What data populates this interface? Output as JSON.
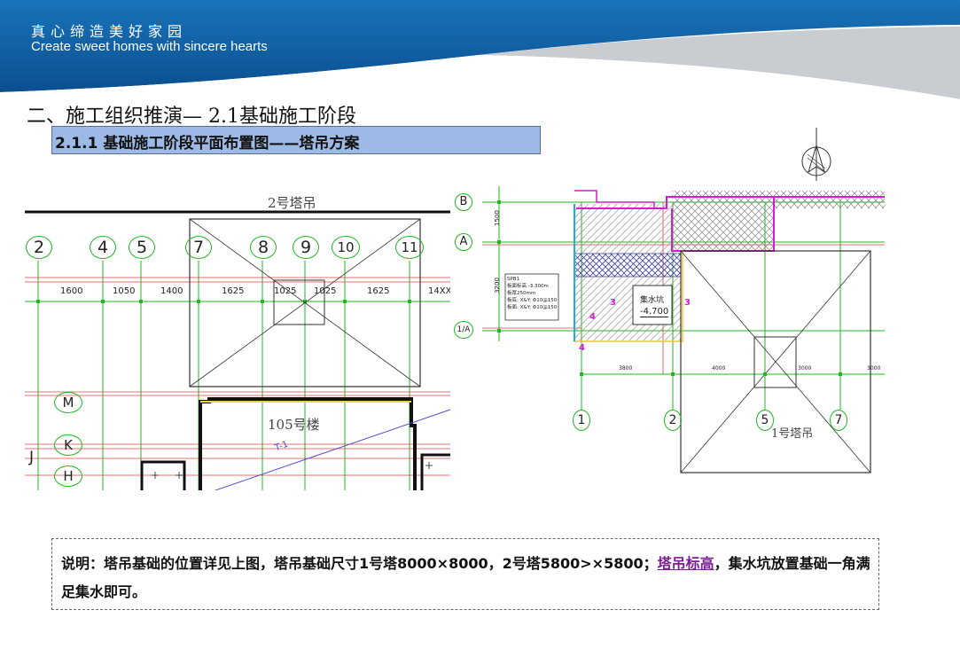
{
  "header": {
    "brand_cn": "真心缔造美好家园",
    "brand_en": "Create sweet homes with sincere hearts"
  },
  "section_title": "二、施工组织推演— 2.1基础施工阶段",
  "subtitle": "2.1.1 基础施工阶段平面布置图——塔吊方案",
  "left_plan": {
    "crane_label": "2号塔吊",
    "axis_labels": [
      "2",
      "4",
      "5",
      "7",
      "8",
      "9",
      "10",
      "11"
    ],
    "dimensions": [
      "1600",
      "1050",
      "1400",
      "1625",
      "1025",
      "1025",
      "1625",
      "14XX"
    ],
    "row_labels": [
      "M",
      "K",
      "J",
      "H"
    ],
    "building_label": "105号楼",
    "diag_label": "T-1"
  },
  "right_plan": {
    "crane_label": "1号塔吊",
    "axis_labels": [
      "1",
      "2",
      "5",
      "7"
    ],
    "row_labels": [
      "B",
      "A",
      "1/A"
    ],
    "dim_vertical": [
      "1500",
      "3200"
    ],
    "dim_horizontal": [
      "3800",
      "4000",
      "3000",
      "3000"
    ],
    "spec_lines": [
      "SPB1",
      "板面标高 -3.300m",
      "板厚250mm",
      "板底: X&Y: Φ10@150",
      "板面: X&Y: Φ10@150"
    ],
    "pit_label": "集水坑",
    "pit_level": "-4.700",
    "mark_3": "3",
    "mark_4": "4"
  },
  "note": {
    "text_before": "说明：塔吊基础的位置详见上图，塔吊基础尺寸1号塔8000×8000，2号塔5800>×5800；",
    "link_text": "塔吊标高",
    "text_after": "，集水坑放置基础一角满足集水即可。"
  },
  "colors": {
    "header_blue": "#0f5fa6",
    "subtitle_bg": "#9db9e5",
    "grid_green": "#1fb81f",
    "grid_red": "#e04040",
    "magenta": "#d01fd0",
    "link": "#7a1f8f"
  }
}
